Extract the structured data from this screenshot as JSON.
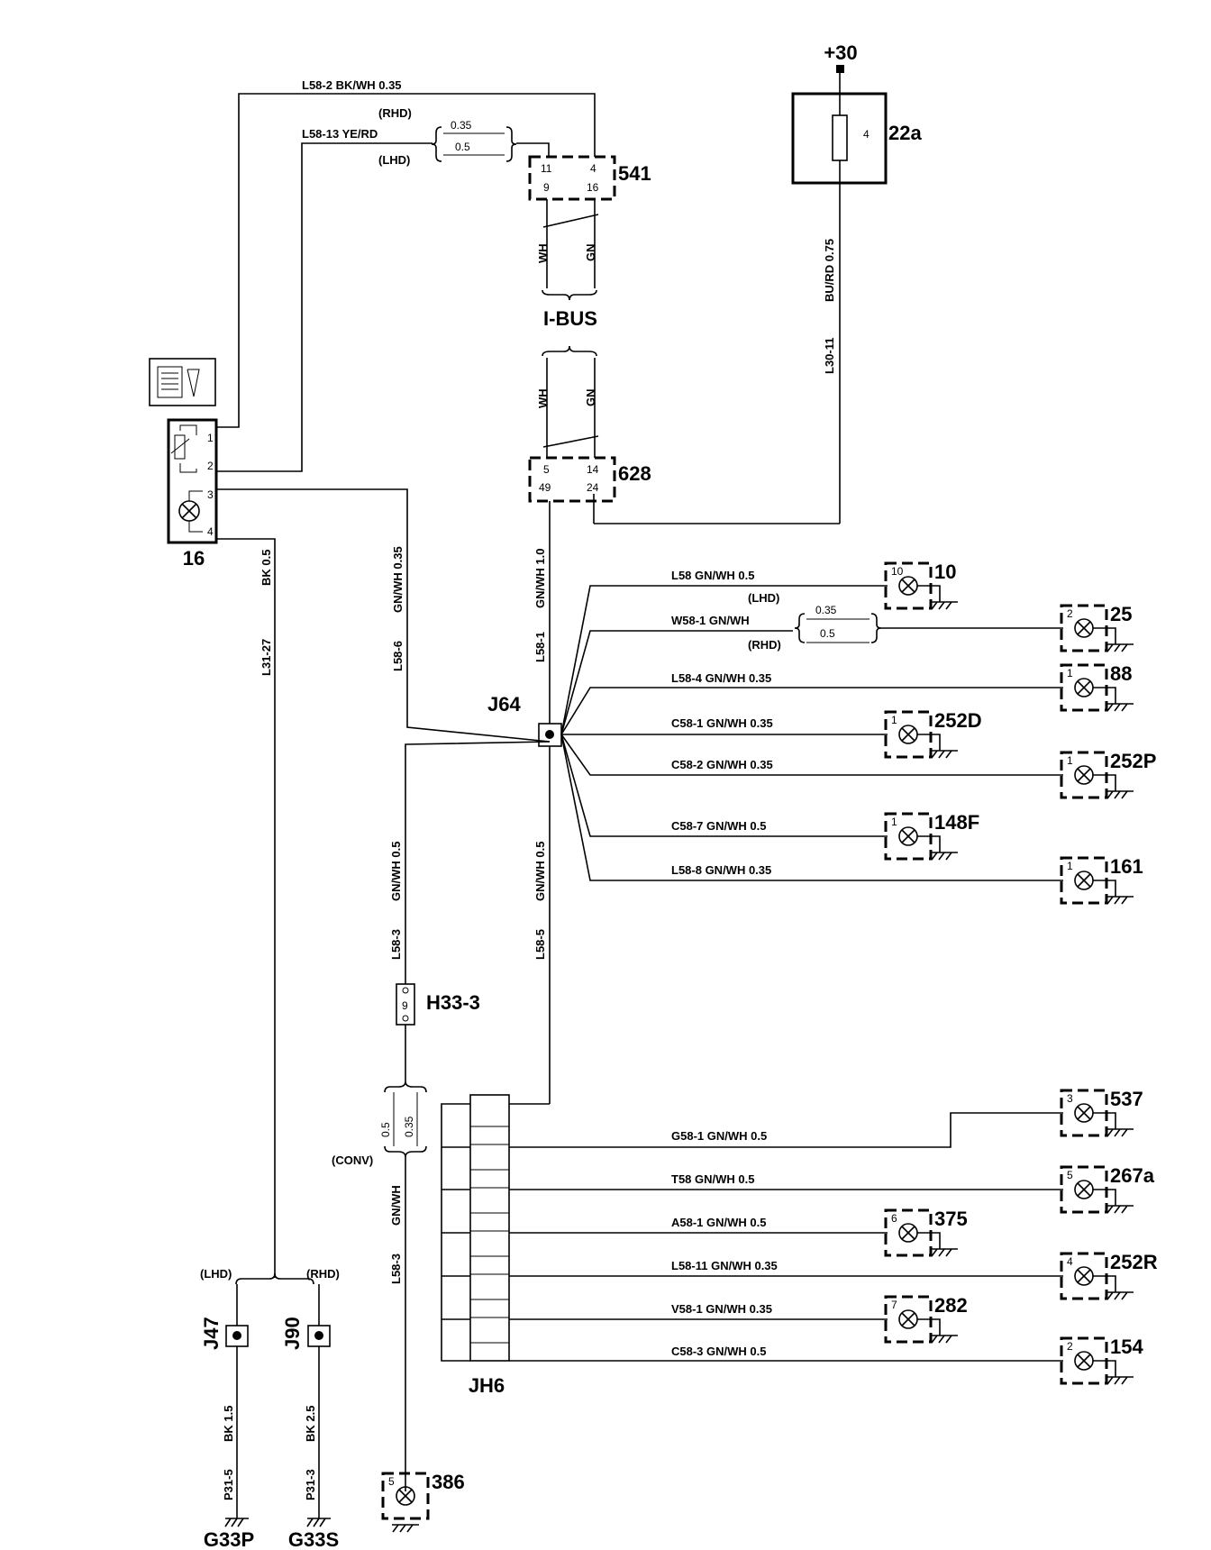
{
  "power": {
    "label": "+30"
  },
  "fuse": {
    "name": "22a",
    "pin": "4"
  },
  "switch16": {
    "name": "16",
    "pins": [
      "1",
      "2",
      "3",
      "4"
    ]
  },
  "connector541": {
    "name": "541",
    "pins": [
      "11",
      "4",
      "9",
      "16"
    ]
  },
  "connector628": {
    "name": "628",
    "pins": [
      "5",
      "14",
      "49",
      "24"
    ]
  },
  "ibus": {
    "label": "I-BUS",
    "wh": "WH",
    "gn": "GN"
  },
  "wires": {
    "l58_2": "L58-2   BK/WH  0.35",
    "l58_13": "L58-13   YE/RD",
    "rhd": "(RHD)",
    "lhd": "(LHD)",
    "conv": "(CONV)",
    "s035": "0.35",
    "s05": "0.5",
    "l30_11": "L30-11",
    "burd": "BU/RD  0.75",
    "l58_6": "L58-6",
    "l58_6_spec": "GN/WH 0.35",
    "l58_1": "L58-1",
    "l58_1_spec": "GN/WH 1.0",
    "l31_27": "L31-27",
    "l31_27_spec": "BK  0.5",
    "l58_3": "L58-3",
    "l58_3_spec": "GN/WH 0.5",
    "l58_5": "L58-5",
    "l58_5_spec": "GN/WH 0.5",
    "l58_3b": "L58-3",
    "gnwh": "GN/WH",
    "p31_5": "P31-5",
    "p31_5_spec": "BK  1.5",
    "p31_3": "P31-3",
    "p31_3_spec": "BK  2.5"
  },
  "splices": {
    "j64": "J64",
    "jh6": "JH6",
    "j47": "J47",
    "j90": "J90",
    "h33": "H33-3",
    "h33_pin": "9"
  },
  "grounds": {
    "g33p": "G33P",
    "g33s": "G33S"
  },
  "loads": [
    {
      "id": "10",
      "pin": "10",
      "wire": "L58   GN/WH 0.5"
    },
    {
      "id": "25",
      "pin": "2",
      "wire": "W58-1   GN/WH"
    },
    {
      "id": "88",
      "pin": "1",
      "wire": "L58-4    GN/WH 0.35"
    },
    {
      "id": "252D",
      "pin": "1",
      "wire": "C58-1    GN/WH 0.35"
    },
    {
      "id": "252P",
      "pin": "1",
      "wire": "C58-2      GN/WH 0.35"
    },
    {
      "id": "148F",
      "pin": "1",
      "wire": "C58-7    GN/WH 0.5"
    },
    {
      "id": "161",
      "pin": "1",
      "wire": "L58-8     GN/WH 0.35"
    },
    {
      "id": "537",
      "pin": "3",
      "wire": ""
    },
    {
      "id": "267a",
      "pin": "5",
      "wire": "T58   GN/WH 0.5"
    },
    {
      "id": "375",
      "pin": "6",
      "wire": "A58-1      GN/WH 0.5"
    },
    {
      "id": "252R",
      "pin": "4",
      "wire": "L58-11     GN/WH 0.35"
    },
    {
      "id": "282",
      "pin": "7",
      "wire": "V58-1      GN/WH 0.35"
    },
    {
      "id": "154",
      "pin": "2",
      "wire": "C58-3   GN/WH 0.5"
    },
    {
      "id": "386",
      "pin": "5",
      "wire": ""
    }
  ],
  "g58_1": "G58-1      GN/WH 0.5"
}
